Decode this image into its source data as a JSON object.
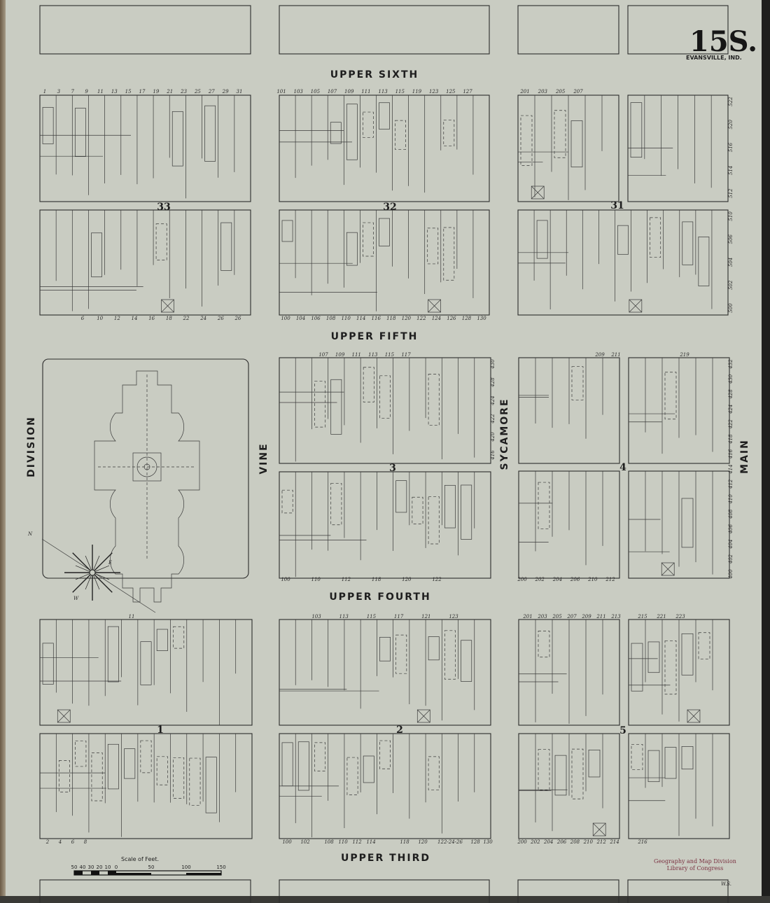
{
  "map": {
    "sheet_number": "15S.",
    "city": "EVANSVILLE, IND.",
    "initials": "W.S.",
    "stamp": [
      "Geography and Map Division",
      "Library of Congress"
    ],
    "colors": {
      "paper": "#c9ccc2",
      "ink": "#2b2b2b",
      "stamp": "#7a3040"
    }
  },
  "streets": {
    "upper_sixth": "UPPER SIXTH",
    "upper_fifth": "UPPER FIFTH",
    "upper_fourth": "UPPER FOURTH",
    "upper_third": "UPPER THIRD",
    "division": "DIVISION",
    "vine": "VINE",
    "sycamore": "SYCAMORE",
    "main": "MAIN"
  },
  "blocks": [
    "33",
    "32",
    "31",
    "3",
    "4",
    "1",
    "2",
    "5"
  ],
  "addresses": {
    "b33_sixth": [
      "1",
      "3",
      "7",
      "9",
      "11",
      "13",
      "15",
      "17",
      "19",
      "21",
      "23",
      "25",
      "27",
      "29",
      "31"
    ],
    "b32_sixth": [
      "101",
      "103",
      "105",
      "107",
      "109",
      "111",
      "113",
      "115",
      "119",
      "123",
      "125",
      "127"
    ],
    "b31_sixth": [
      "201",
      "203",
      "205",
      "207"
    ],
    "b33_fifth": [
      "6",
      "10",
      "12",
      "14",
      "16",
      "18",
      "22",
      "24",
      "26",
      "26"
    ],
    "b32_fifth": [
      "100",
      "104",
      "106",
      "108",
      "110",
      "114",
      "116",
      "118",
      "120",
      "122",
      "124",
      "126",
      "128",
      "130"
    ],
    "b3_fifth": [
      "107",
      "109",
      "111",
      "113",
      "115",
      "117"
    ],
    "b4_fifth_a": [
      "209",
      "211"
    ],
    "b4_fifth_b": [
      "219"
    ],
    "b3_fourth": [
      "100",
      "110",
      "112",
      "118",
      "120",
      "122"
    ],
    "b4_fourth": [
      "200",
      "202",
      "204",
      "206",
      "210",
      "212"
    ],
    "b1_fourth": [
      "11"
    ],
    "b2_fourth": [
      "103",
      "113",
      "115",
      "117",
      "121",
      "123"
    ],
    "b5_fourth_a": [
      "201",
      "203",
      "205",
      "207",
      "209",
      "211",
      "213"
    ],
    "b5_fourth_b": [
      "215",
      "221",
      "223"
    ],
    "b1_third": [
      "2",
      "4",
      "6",
      "8"
    ],
    "b2_third": [
      "100",
      "102",
      "108",
      "110",
      "112",
      "114",
      "118",
      "120",
      "122-24-26",
      "128",
      "130"
    ],
    "b5_third_a": [
      "200",
      "202",
      "204",
      "206",
      "208",
      "210",
      "212",
      "214"
    ],
    "b5_third_b": [
      "216"
    ],
    "sycamore_b3": [
      "430",
      "428",
      "424",
      "422",
      "420",
      "416"
    ],
    "main_b31": [
      "522",
      "520",
      "516",
      "514",
      "512",
      "510",
      "506",
      "504",
      "502",
      "500"
    ],
    "main_b4": [
      "432",
      "430",
      "428",
      "424",
      "422",
      "418",
      "416",
      "414",
      "412",
      "410",
      "408",
      "406",
      "404",
      "402",
      "400"
    ]
  },
  "scale": {
    "title": "Scale of Feet.",
    "ticks": [
      "50",
      "40",
      "30",
      "20",
      "10",
      "0",
      "50",
      "100",
      "150"
    ]
  },
  "compass": {
    "north": "N",
    "east": "E",
    "west": "W"
  }
}
